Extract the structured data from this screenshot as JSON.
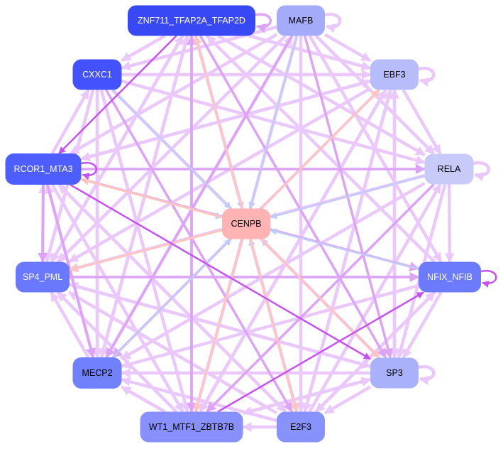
{
  "title": "Regulatory network",
  "nodes": [
    {
      "id": "ZNF711_TFAP2A_TFAP2D",
      "label": "ZNF711_TFAP2A_TFAP2D",
      "color": "#3848f5",
      "text": "#ffffff"
    },
    {
      "id": "MAFB",
      "label": "MAFB",
      "color": "#a4abf8",
      "text": "#000000"
    },
    {
      "id": "CXXC1",
      "label": "CXXC1",
      "color": "#4452fd",
      "text": "#ffffff"
    },
    {
      "id": "EBF3",
      "label": "EBF3",
      "color": "#b7bcfa",
      "text": "#000000"
    },
    {
      "id": "RCOR1_MTA3",
      "label": "RCOR1_MTA3",
      "color": "#4e5dfd",
      "text": "#ffffff"
    },
    {
      "id": "RELA",
      "label": "RELA",
      "color": "#c8cafa",
      "text": "#000000"
    },
    {
      "id": "CENPB",
      "label": "CENPB",
      "color": "#ffb3b3",
      "text": "#000000"
    },
    {
      "id": "SP4_PML",
      "label": "SP4_PML",
      "color": "#6a78fd",
      "text": "#ffffff"
    },
    {
      "id": "NFIX_NFIB",
      "label": "NFIX_NFIB",
      "color": "#6c7afd",
      "text": "#ffffff"
    },
    {
      "id": "MECP2",
      "label": "MECP2",
      "color": "#7180fb",
      "text": "#000000"
    },
    {
      "id": "SP3",
      "label": "SP3",
      "color": "#a9b1fa",
      "text": "#000000"
    },
    {
      "id": "WT1_MTF1_ZBTB7B",
      "label": "WT1_MTF1_ZBTB7B",
      "color": "#8790fd",
      "text": "#000000"
    },
    {
      "id": "E2F3",
      "label": "E2F3",
      "color": "#8892fd",
      "text": "#000000"
    }
  ],
  "edge_colors": {
    "light": "#ebc8fb",
    "mid": "#dca3f6",
    "strong": "#c752f2",
    "blue": "#c3cbf8",
    "peach": "#ffc6c0"
  },
  "edges": [
    [
      "CXXC1",
      "CENPB",
      "blue"
    ],
    [
      "ZNF711_TFAP2A_TFAP2D",
      "CENPB",
      "blue"
    ],
    [
      "MAFB",
      "CENPB",
      "blue"
    ],
    [
      "RELA",
      "CENPB",
      "blue"
    ],
    [
      "NFIX_NFIB",
      "CENPB",
      "blue"
    ],
    [
      "MECP2",
      "CENPB",
      "blue"
    ],
    [
      "E2F3",
      "CENPB",
      "blue"
    ],
    [
      "RCOR1_MTA3",
      "CENPB",
      "blue"
    ],
    [
      "SP3",
      "CENPB",
      "blue"
    ],
    [
      "CENPB",
      "ZNF711_TFAP2A_TFAP2D",
      "peach"
    ],
    [
      "CENPB",
      "EBF3",
      "peach"
    ],
    [
      "CENPB",
      "RCOR1_MTA3",
      "peach"
    ],
    [
      "CENPB",
      "SP4_PML",
      "peach"
    ],
    [
      "CENPB",
      "SP3",
      "peach"
    ],
    [
      "CENPB",
      "E2F3",
      "peach"
    ],
    [
      "CENPB",
      "WT1_MTF1_ZBTB7B",
      "peach"
    ],
    [
      "ZNF711_TFAP2A_TFAP2D",
      "RCOR1_MTA3",
      "strong"
    ],
    [
      "RCOR1_MTA3",
      "SP4_PML",
      "mid"
    ],
    [
      "RCOR1_MTA3",
      "SP3",
      "strong"
    ],
    [
      "WT1_MTF1_ZBTB7B",
      "NFIX_NFIB",
      "strong"
    ],
    [
      "RCOR1_MTA3",
      "NFIX_NFIB",
      "mid"
    ],
    [
      "RCOR1_MTA3",
      "RELA",
      "mid"
    ],
    [
      "ZNF711_TFAP2A_TFAP2D",
      "SP3",
      "mid"
    ],
    [
      "ZNF711_TFAP2A_TFAP2D",
      "WT1_MTF1_ZBTB7B",
      "mid"
    ],
    [
      "MAFB",
      "MECP2",
      "mid"
    ],
    [
      "EBF3",
      "MECP2",
      "mid"
    ],
    [
      "CXXC1",
      "E2F3",
      "mid"
    ],
    [
      "MAFB",
      "SP3",
      "mid"
    ],
    [
      "SP4_PML",
      "NFIX_NFIB",
      "mid"
    ],
    [
      "RELA",
      "WT1_MTF1_ZBTB7B",
      "mid"
    ],
    [
      "CXXC1",
      "RELA",
      "light"
    ],
    [
      "ZNF711_TFAP2A_TFAP2D",
      "CXXC1",
      "light"
    ],
    [
      "MAFB",
      "EBF3",
      "light"
    ],
    [
      "EBF3",
      "RELA",
      "light"
    ],
    [
      "RELA",
      "NFIX_NFIB",
      "light"
    ],
    [
      "NFIX_NFIB",
      "SP3",
      "light"
    ],
    [
      "SP3",
      "E2F3",
      "light"
    ],
    [
      "E2F3",
      "WT1_MTF1_ZBTB7B",
      "light"
    ],
    [
      "WT1_MTF1_ZBTB7B",
      "MECP2",
      "light"
    ],
    [
      "MECP2",
      "SP4_PML",
      "light"
    ],
    [
      "SP4_PML",
      "RCOR1_MTA3",
      "light"
    ],
    [
      "RCOR1_MTA3",
      "CXXC1",
      "light"
    ],
    [
      "CXXC1",
      "EBF3",
      "light"
    ],
    [
      "CXXC1",
      "MECP2",
      "light"
    ],
    [
      "CXXC1",
      "SP4_PML",
      "light"
    ],
    [
      "CXXC1",
      "WT1_MTF1_ZBTB7B",
      "light"
    ],
    [
      "CXXC1",
      "SP3",
      "light"
    ],
    [
      "ZNF711_TFAP2A_TFAP2D",
      "EBF3",
      "light"
    ],
    [
      "ZNF711_TFAP2A_TFAP2D",
      "RELA",
      "light"
    ],
    [
      "ZNF711_TFAP2A_TFAP2D",
      "MECP2",
      "light"
    ],
    [
      "ZNF711_TFAP2A_TFAP2D",
      "E2F3",
      "light"
    ],
    [
      "ZNF711_TFAP2A_TFAP2D",
      "SP4_PML",
      "light"
    ],
    [
      "MAFB",
      "RCOR1_MTA3",
      "light"
    ],
    [
      "MAFB",
      "CXXC1",
      "light"
    ],
    [
      "MAFB",
      "WT1_MTF1_ZBTB7B",
      "light"
    ],
    [
      "MAFB",
      "E2F3",
      "light"
    ],
    [
      "MAFB",
      "NFIX_NFIB",
      "light"
    ],
    [
      "MAFB",
      "RELA",
      "light"
    ],
    [
      "MAFB",
      "SP4_PML",
      "light"
    ],
    [
      "EBF3",
      "RCOR1_MTA3",
      "light"
    ],
    [
      "EBF3",
      "SP4_PML",
      "light"
    ],
    [
      "EBF3",
      "WT1_MTF1_ZBTB7B",
      "light"
    ],
    [
      "EBF3",
      "SP3",
      "light"
    ],
    [
      "EBF3",
      "E2F3",
      "light"
    ],
    [
      "RELA",
      "SP4_PML",
      "light"
    ],
    [
      "RELA",
      "MECP2",
      "light"
    ],
    [
      "RELA",
      "SP3",
      "light"
    ],
    [
      "NFIX_NFIB",
      "MECP2",
      "light"
    ],
    [
      "NFIX_NFIB",
      "E2F3",
      "light"
    ],
    [
      "NFIX_NFIB",
      "ZNF711_TFAP2A_TFAP2D",
      "light"
    ],
    [
      "SP3",
      "SP4_PML",
      "light"
    ],
    [
      "SP3",
      "MECP2",
      "light"
    ],
    [
      "SP3",
      "WT1_MTF1_ZBTB7B",
      "light"
    ],
    [
      "SP3",
      "EBF3",
      "light"
    ],
    [
      "E2F3",
      "RCOR1_MTA3",
      "light"
    ],
    [
      "E2F3",
      "SP4_PML",
      "light"
    ],
    [
      "E2F3",
      "MECP2",
      "light"
    ],
    [
      "E2F3",
      "EBF3",
      "light"
    ],
    [
      "E2F3",
      "RELA",
      "light"
    ],
    [
      "E2F3",
      "NFIX_NFIB",
      "light"
    ],
    [
      "WT1_MTF1_ZBTB7B",
      "ZNF711_TFAP2A_TFAP2D",
      "mid"
    ],
    [
      "WT1_MTF1_ZBTB7B",
      "SP4_PML",
      "light"
    ],
    [
      "WT1_MTF1_ZBTB7B",
      "EBF3",
      "light"
    ],
    [
      "WT1_MTF1_ZBTB7B",
      "SP3",
      "light"
    ],
    [
      "MECP2",
      "RCOR1_MTA3",
      "light"
    ],
    [
      "MECP2",
      "ZNF711_TFAP2A_TFAP2D",
      "light"
    ],
    [
      "MECP2",
      "MAFB",
      "light"
    ],
    [
      "SP4_PML",
      "ZNF711_TFAP2A_TFAP2D",
      "light"
    ],
    [
      "SP4_PML",
      "SP3",
      "light"
    ],
    [
      "RCOR1_MTA3",
      "MECP2",
      "mid"
    ],
    [
      "RCOR1_MTA3",
      "WT1_MTF1_ZBTB7B",
      "light"
    ],
    [
      "RCOR1_MTA3",
      "E2F3",
      "light"
    ],
    [
      "RCOR1_MTA3",
      "EBF3",
      "light"
    ],
    [
      "ZNF711_TFAP2A_TFAP2D",
      "ZNF711_TFAP2A_TFAP2D",
      "mid"
    ],
    [
      "MAFB",
      "MAFB",
      "light"
    ],
    [
      "EBF3",
      "EBF3",
      "light"
    ],
    [
      "RELA",
      "RELA",
      "light"
    ],
    [
      "RCOR1_MTA3",
      "RCOR1_MTA3",
      "strong"
    ],
    [
      "NFIX_NFIB",
      "NFIX_NFIB",
      "strong"
    ],
    [
      "SP3",
      "SP3",
      "light"
    ]
  ]
}
